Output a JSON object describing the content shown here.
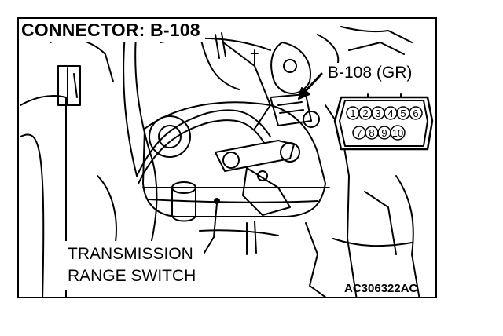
{
  "title": "CONNECTOR: B-108",
  "callout": "B-108 (GR)",
  "part_label": [
    "TRANSMISSION",
    "RANGE SWITCH"
  ],
  "figure_code": "AC306322AC",
  "connector_pins": {
    "top_row": [
      "1",
      "2",
      "3",
      "4",
      "5",
      "6"
    ],
    "bottom_row": [
      "7",
      "8",
      "9",
      "10"
    ]
  }
}
